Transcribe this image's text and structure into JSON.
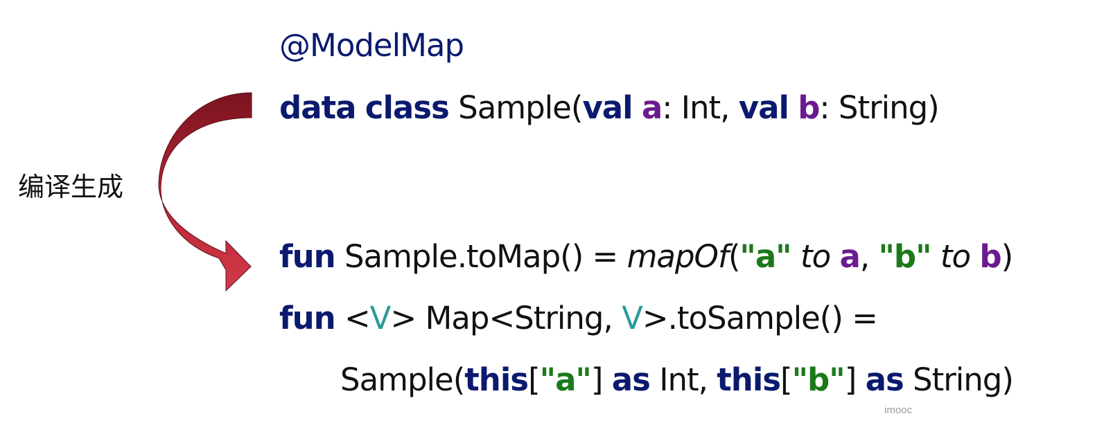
{
  "annotation": "@ModelMap",
  "side_label": "编译生成",
  "watermark": "imooc",
  "line1": {
    "kw_data": "data",
    "kw_class": "class",
    "name": "Sample(",
    "kw_val1": "val",
    "prop_a": "a",
    "type_int": ": Int, ",
    "kw_val2": "val",
    "prop_b": "b",
    "type_string": ": String)"
  },
  "line2": {
    "kw_fun": "fun",
    "sig": " Sample.toMap() = ",
    "fn_mapof": "mapOf",
    "paren_open": "(",
    "str_a": "\"a\"",
    "infix1": "to",
    "prop_a": "a",
    "comma": ", ",
    "str_b": "\"b\"",
    "infix2": "to",
    "prop_b": "b",
    "paren_close": ")"
  },
  "line3": {
    "kw_fun": "fun",
    "lt": " <",
    "tp1": "V",
    "mid": "> Map<String, ",
    "tp2": "V",
    "rest": ">.toSample() ="
  },
  "line4": {
    "name": "Sample(",
    "kw_this1": "this",
    "br_open1": "[",
    "str_a": "\"a\"",
    "br_close1": "] ",
    "kw_as1": "as",
    "type_int": " Int, ",
    "kw_this2": "this",
    "br_open2": "[",
    "str_b": "\"b\"",
    "br_close2": "] ",
    "kw_as2": "as",
    "type_string": " String)"
  },
  "colors": {
    "keyword": "#0b1a6e",
    "property": "#6a1b8f",
    "string": "#1a7a1a",
    "type_param": "#2a9a99",
    "arrow_dark": "#7a1420",
    "arrow_light": "#c93040"
  }
}
